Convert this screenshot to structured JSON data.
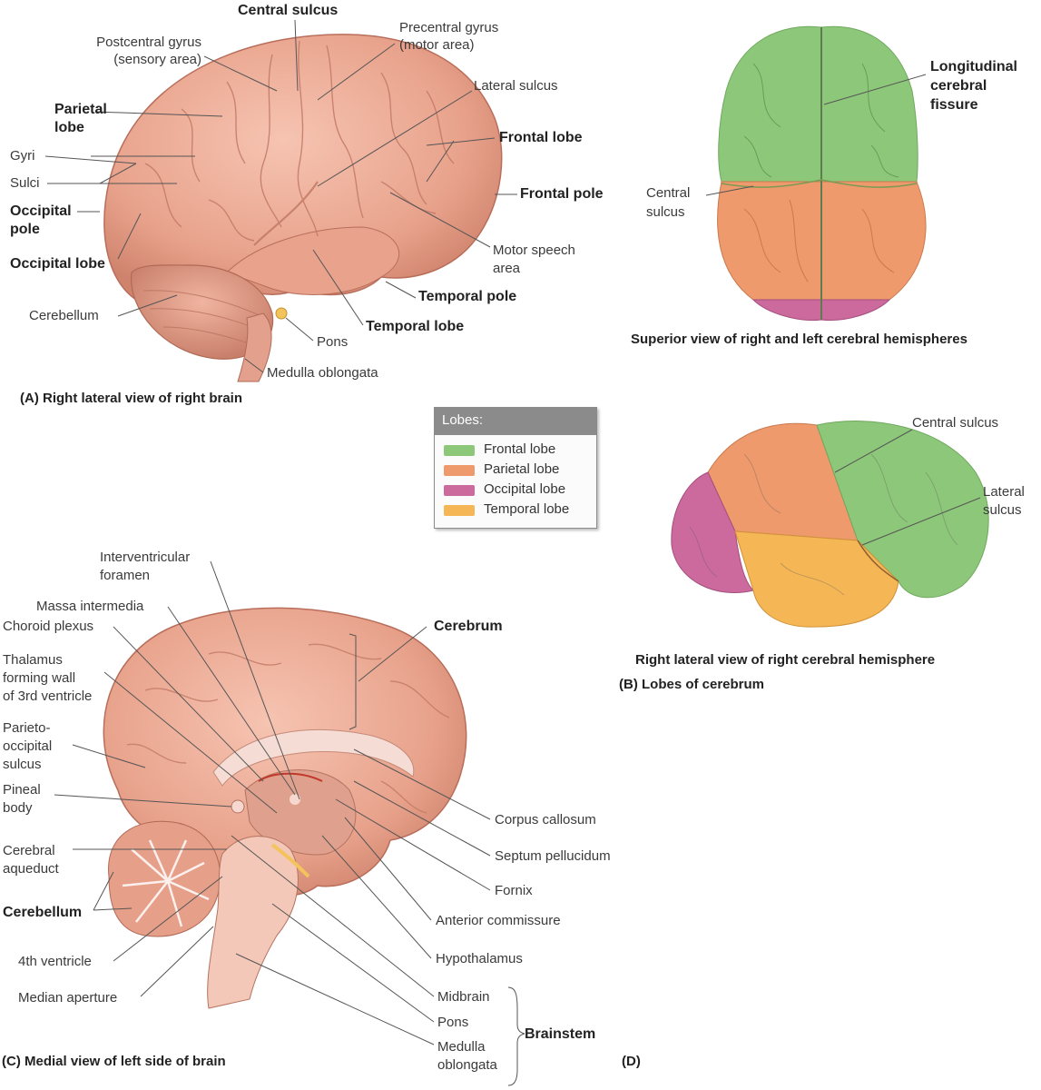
{
  "panel_a": {
    "caption": "(A) Right lateral view of right brain",
    "labels": {
      "central_sulcus": "Central sulcus",
      "postcentral_gyrus": "Postcentral gyrus",
      "sensory_area": "(sensory area)",
      "precentral_gyrus": "Precentral gyrus",
      "motor_area": "(motor area)",
      "lateral_sulcus": "Lateral sulcus",
      "parietal_lobe_1": "Parietal",
      "parietal_lobe_2": "lobe",
      "gyri": "Gyri",
      "sulci": "Sulci",
      "frontal_lobe": "Frontal lobe",
      "frontal_pole": "Frontal pole",
      "occipital_pole_1": "Occipital",
      "occipital_pole_2": "pole",
      "occipital_lobe": "Occipital lobe",
      "motor_speech_1": "Motor speech",
      "motor_speech_2": "area",
      "cerebellum": "Cerebellum",
      "temporal_pole": "Temporal pole",
      "temporal_lobe": "Temporal lobe",
      "pons": "Pons",
      "medulla": "Medulla oblongata"
    }
  },
  "panel_b": {
    "caption_superior": "Superior view of right and left cerebral hemispheres",
    "caption_lateral": "Right lateral view of right cerebral hemisphere",
    "caption_b": "(B) Lobes of cerebrum",
    "labels": {
      "longitudinal_1": "Longitudinal",
      "longitudinal_2": "cerebral",
      "longitudinal_3": "fissure",
      "central_sulcus_top_1": "Central",
      "central_sulcus_top_2": "sulcus",
      "central_sulcus_lat": "Central sulcus",
      "lateral_sulcus_1": "Lateral",
      "lateral_sulcus_2": "sulcus"
    },
    "legend": {
      "title": "Lobes:",
      "items": [
        {
          "label": "Frontal lobe",
          "color": "#8dc87a"
        },
        {
          "label": "Parietal lobe",
          "color": "#ef9a6c"
        },
        {
          "label": "Occipital lobe",
          "color": "#cc6a9e"
        },
        {
          "label": "Temporal lobe",
          "color": "#f5b655"
        }
      ]
    }
  },
  "panel_c": {
    "caption": "(C) Medial view of left side of brain",
    "labels": {
      "interventricular_1": "Interventricular",
      "interventricular_2": "foramen",
      "massa": "Massa intermedia",
      "choroid": "Choroid plexus",
      "thalamus_1": "Thalamus",
      "thalamus_2": "forming wall",
      "thalamus_3": "of 3rd ventricle",
      "parieto_1": "Parieto-",
      "parieto_2": "occipital",
      "parieto_3": "sulcus",
      "pineal_1": "Pineal",
      "pineal_2": "body",
      "aqueduct_1": "Cerebral",
      "aqueduct_2": "aqueduct",
      "cerebellum": "Cerebellum",
      "fourth_ventricle": "4th ventricle",
      "median_aperture": "Median aperture",
      "cerebrum": "Cerebrum",
      "corpus_callosum": "Corpus callosum",
      "septum": "Septum pellucidum",
      "fornix": "Fornix",
      "anterior_commissure": "Anterior commissure",
      "hypothalamus": "Hypothalamus",
      "midbrain": "Midbrain",
      "pons": "Pons",
      "medulla_1": "Medulla",
      "medulla_2": "oblongata",
      "brainstem": "Brainstem"
    }
  },
  "panel_d": {
    "caption": "(D)"
  },
  "colors": {
    "brain": "#eaa58f",
    "brain_dark": "#c97a66",
    "frontal": "#8dc87a",
    "parietal": "#ef9a6c",
    "occipital": "#cc6a9e",
    "temporal": "#f5b655",
    "leader": "#555555"
  }
}
